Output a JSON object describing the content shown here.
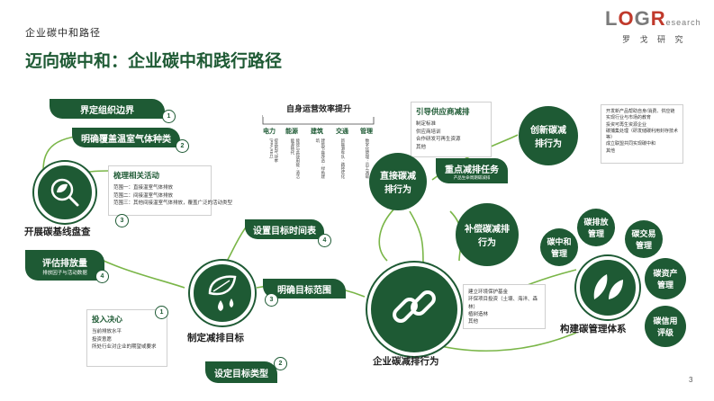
{
  "header": {
    "section": "企业碳中和路径",
    "title": "迈向碳中和：企业碳中和践行路径",
    "logo_l": "L",
    "logo_o": "O",
    "logo_g": "G",
    "logo_r": "R",
    "logo_research": "esearch",
    "logo_cn": "罗 戈 研 究"
  },
  "colors": {
    "primary": "#1e5a34",
    "connector": "#7ab648"
  },
  "baseline": {
    "title": "开展碳基线盘查",
    "step1": "界定组织边界",
    "step2": "明确覆盖温室气体种类",
    "step3_title": "梳理相关活动",
    "step3_lines": [
      "范围一：直接温室气体排放",
      "范围二：间接温室气体排放",
      "范围三：其他间接温室气体排放，覆盖广泛的活动类型"
    ],
    "step4": "评估排放量",
    "step4_sub": "排放因子与活动数据",
    "n1": "1",
    "n2": "2",
    "n3": "3",
    "n4": "4"
  },
  "target": {
    "title": "制定减排目标",
    "set_time": "设置目标时间表",
    "scope": "明确目标范围",
    "type": "设定目标类型",
    "resolve_title": "投入决心",
    "resolve_lines": [
      "当前排放水平",
      "投资意愿",
      "所处行业对企业的期望或要求"
    ],
    "n1": "1",
    "n2": "2",
    "n3": "3",
    "n4": "4"
  },
  "ops": {
    "title": "自身运营效率提升",
    "columns": [
      {
        "head": "电力",
        "text": "提高电气效率 (PPA,REC)"
      },
      {
        "head": "能源",
        "text": "能效与高效用能 · 清洁能源替代"
      },
      {
        "head": "建筑",
        "text": "建筑节能改造 · 绿色建筑"
      },
      {
        "head": "交通",
        "text": "新能源车队 · 路径优化"
      },
      {
        "head": "管理",
        "text": "数字化管理 · 员工减碳"
      }
    ]
  },
  "direct": {
    "title": "直接碳减排行为",
    "supply_title": "引导供应商减排",
    "supply_lines": [
      "制定标准",
      "供应商培训",
      "合作研发可再生资源",
      "其他"
    ],
    "key_task": "重点减排任务",
    "key_task_sub": "产品生命周期碳减排"
  },
  "innov": {
    "title": "创新碳减排行为",
    "lines": [
      "开发新产品帮助自身/消费、供应链实现行业与市场的教育",
      "投资可再生资源企业",
      "碳捕集处理（研发储碳利用封存技术等）",
      "成立联盟共同实现碳中和",
      "其他"
    ]
  },
  "offset": {
    "title": "补偿碳减排行为",
    "lines": [
      "建立环境保护基金",
      "环保项目投资（土壤、海洋、森林）",
      "植树造林",
      "其他"
    ]
  },
  "center": {
    "title": "企业碳减排行为"
  },
  "mgmt": {
    "title": "构建碳管理体系",
    "items": [
      "碳中和管理",
      "碳排放管理",
      "碳交易管理",
      "碳资产管理",
      "碳信用评级"
    ]
  },
  "page_number": "3"
}
